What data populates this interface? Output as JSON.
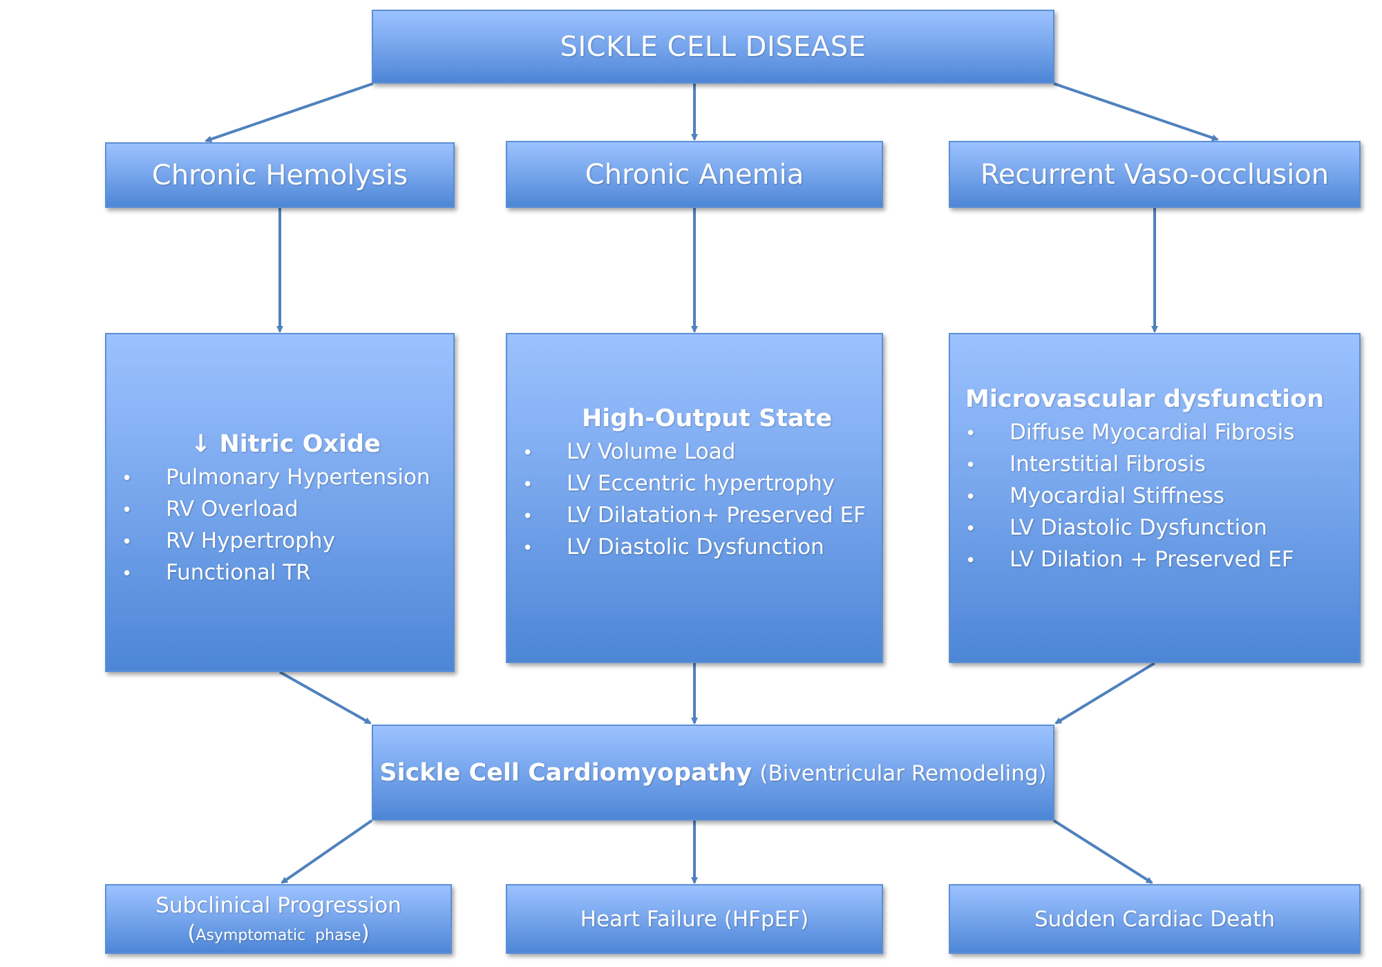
{
  "top": {
    "title": "SICKLE CELL DISEASE"
  },
  "causes": [
    {
      "label": "Chronic Hemolysis"
    },
    {
      "label": "Chronic Anemia"
    },
    {
      "label": "Recurrent Vaso-occlusion"
    }
  ],
  "mechanisms": [
    {
      "heading_arrow": "↓",
      "heading": "Nitric Oxide",
      "bullet": "•",
      "items": [
        "Pulmonary Hypertension",
        "RV Overload",
        "RV Hypertrophy",
        "Functional TR"
      ]
    },
    {
      "heading": "High-Output State",
      "bullet": "•",
      "items": [
        "LV Volume Load",
        "LV Eccentric hypertrophy",
        "LV Dilatation+ Preserved EF",
        "LV Diastolic Dysfunction"
      ]
    },
    {
      "heading": "Microvascular dysfunction",
      "bullet": "•",
      "items": [
        "Diffuse Myocardial Fibrosis",
        "Interstitial Fibrosis",
        "Myocardial Stiffness",
        "LV Diastolic Dysfunction",
        "LV Dilation + Preserved EF"
      ]
    }
  ],
  "result": {
    "bold": "Sickle Cell Cardiomyopathy",
    "sub": "(Biventricular Remodeling)"
  },
  "outcomes": [
    {
      "label": "Subclinical Progression",
      "note_open": "(",
      "note": "Asymptomatic  phase",
      "note_close": ")"
    },
    {
      "label": "Heart Failure (HFpEF)"
    },
    {
      "label": "Sudden Cardiac Death"
    }
  ],
  "colors": {
    "box_top": "#9cc2ff",
    "box_bottom": "#4d86d6",
    "connector": "#4f81bd"
  }
}
